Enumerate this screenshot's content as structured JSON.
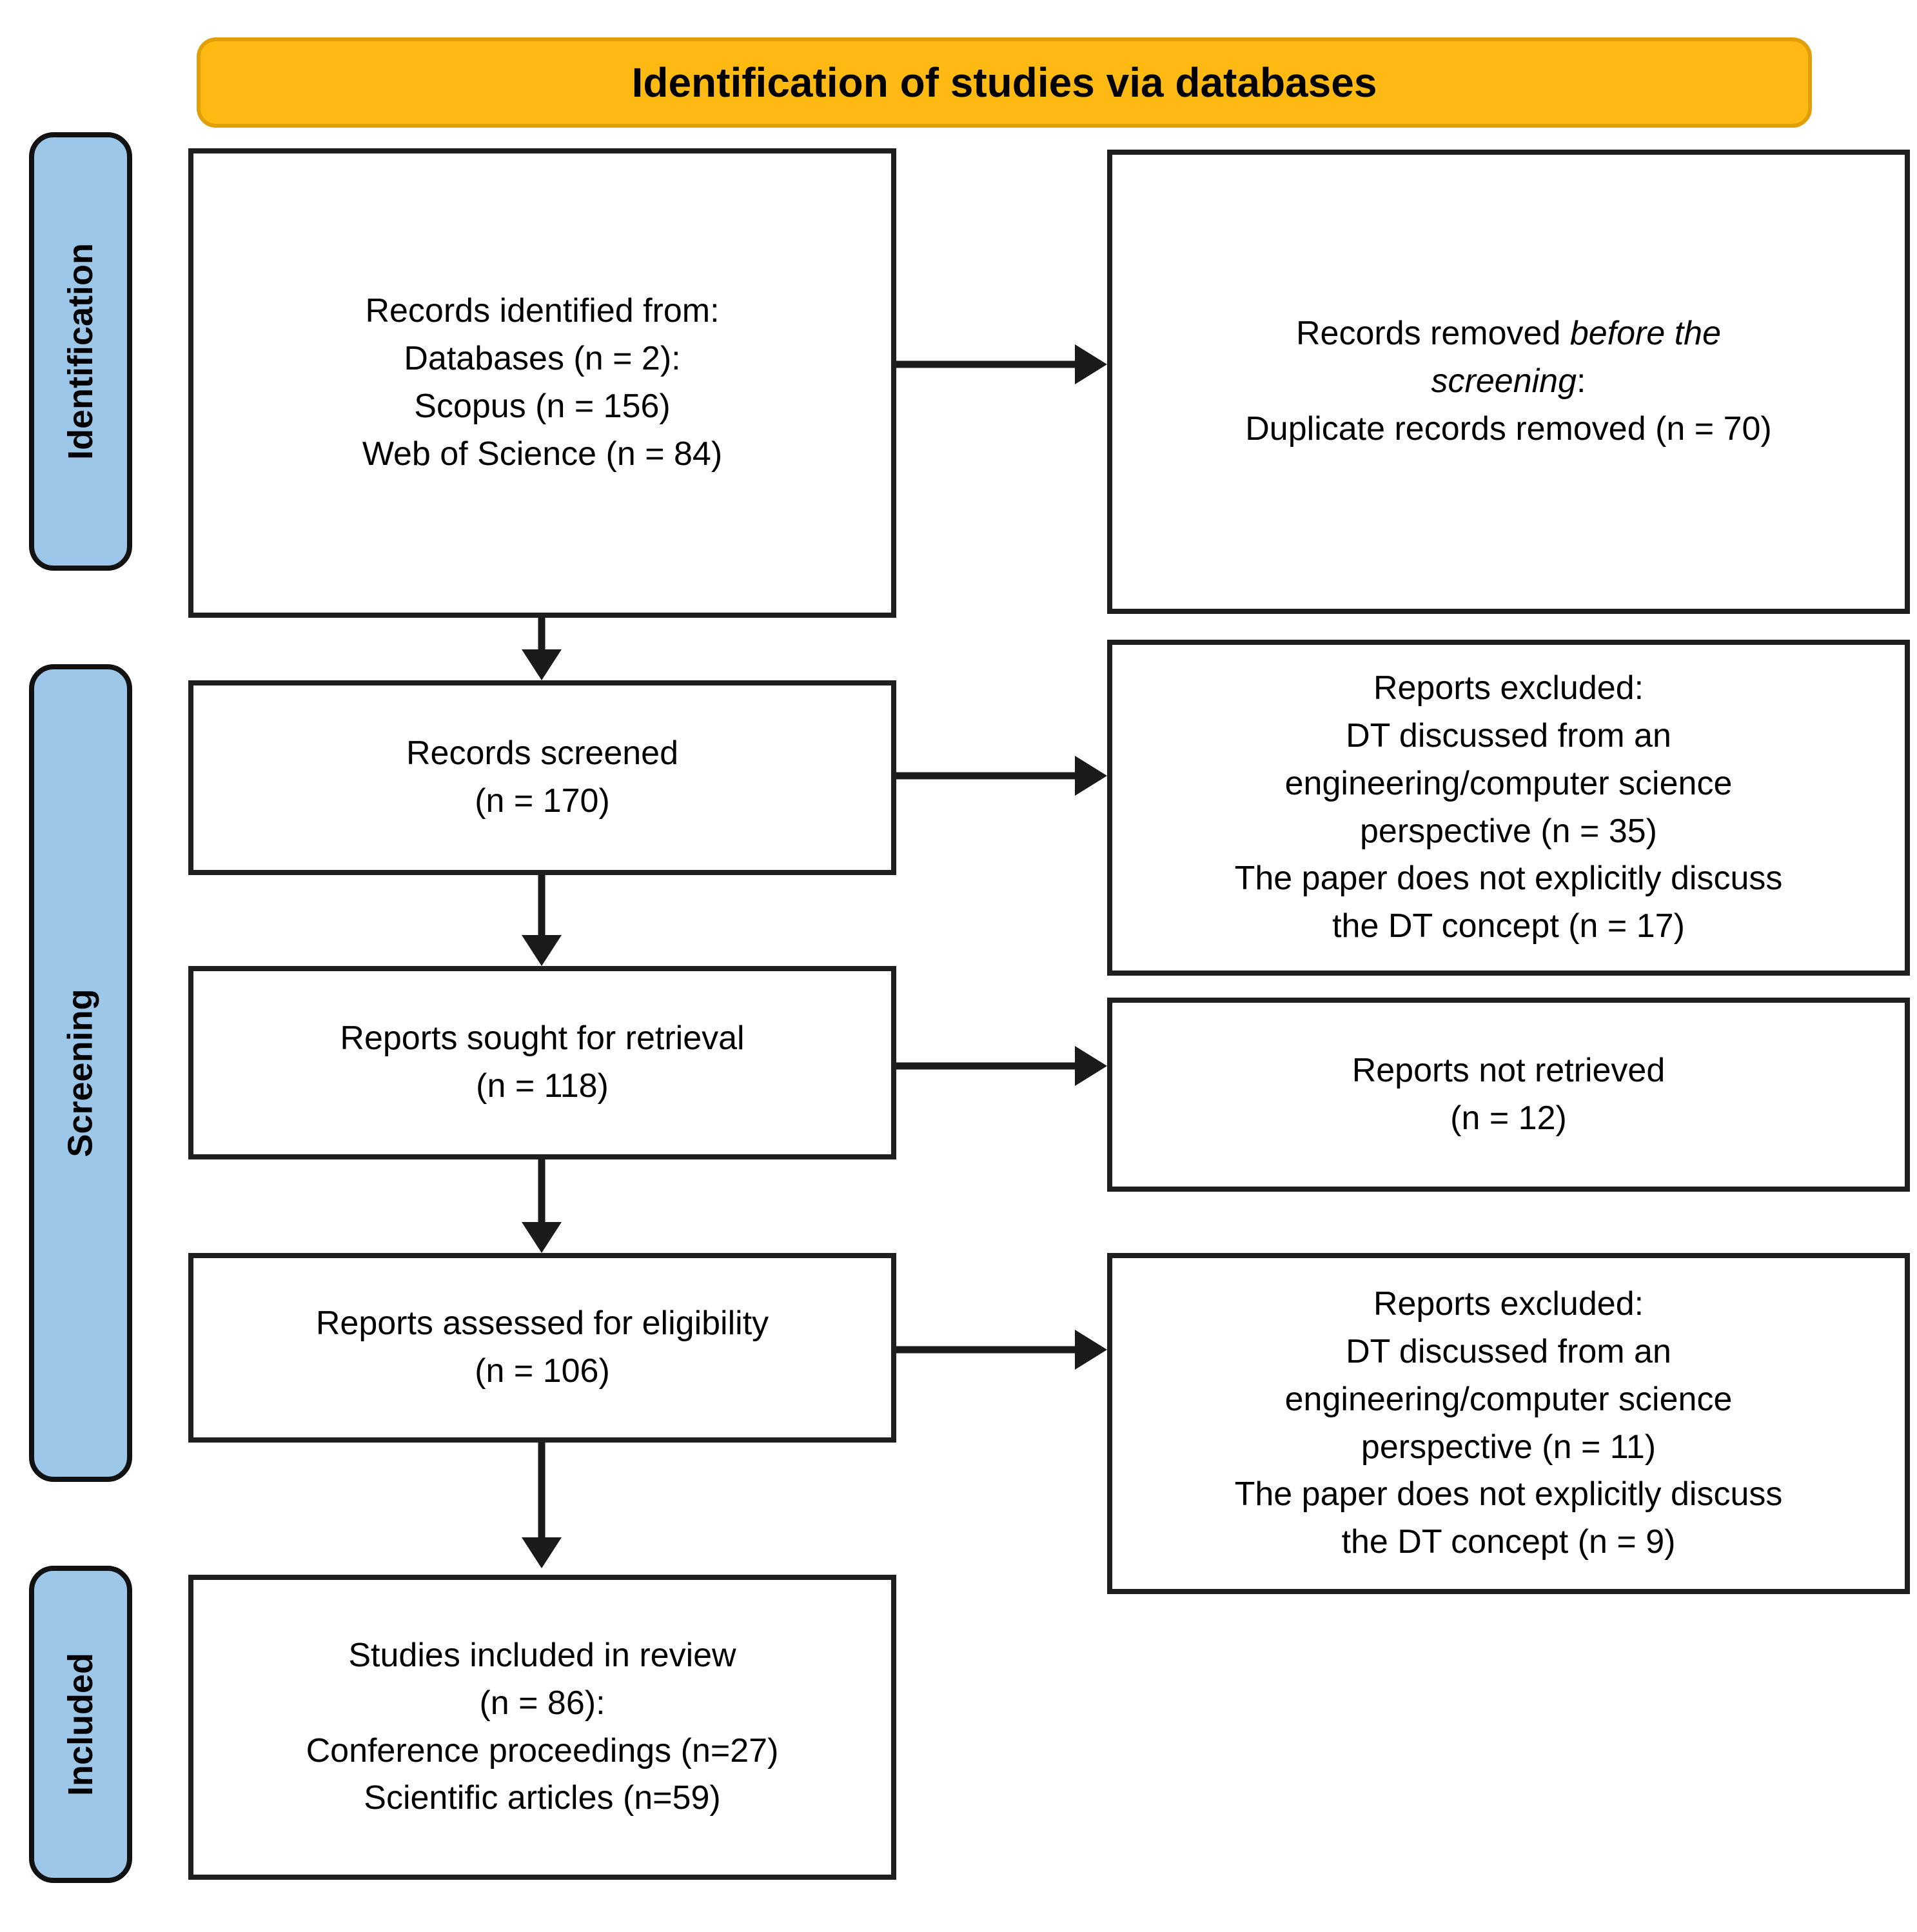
{
  "banner": {
    "label": "Identification of studies via databases"
  },
  "colors": {
    "banner_bg": "#FEB912",
    "banner_border": "#E2A008",
    "stage_bg": "#9CC7E9",
    "line_color": "#1A1A1A",
    "box_border": "#1F1F1F"
  },
  "stages": {
    "identification": "Identification",
    "screening": "Screening",
    "included": "Included"
  },
  "flow": {
    "records_identified": {
      "lines": [
        "Records identified from:",
        "Databases (n = 2):",
        "Scopus (n = 156)",
        "Web of Science (n = 84)"
      ]
    },
    "records_removed": {
      "prefix": "Records removed ",
      "italic": "before the screening",
      "suffix": ":",
      "line2": "Duplicate records removed (n = 70)"
    },
    "records_screened": {
      "lines": [
        "Records screened",
        "(n = 170)"
      ]
    },
    "reports_excluded_screening": {
      "lines": [
        "Reports excluded:",
        "DT discussed from an",
        "engineering/computer science",
        "perspective (n = 35)",
        "The paper does not explicitly discuss",
        "the DT concept (n = 17)"
      ]
    },
    "reports_sought": {
      "lines": [
        "Reports sought for retrieval",
        "(n = 118)"
      ]
    },
    "reports_not_retrieved": {
      "lines": [
        "Reports not retrieved",
        "(n = 12)"
      ]
    },
    "reports_assessed": {
      "lines": [
        "Reports assessed for eligibility",
        "(n = 106)"
      ]
    },
    "reports_excluded_eligibility": {
      "lines": [
        "Reports excluded:",
        "DT discussed from an",
        "engineering/computer science",
        "perspective (n = 11)",
        "The paper does not explicitly discuss",
        "the DT concept (n = 9)"
      ]
    },
    "studies_included": {
      "lines": [
        "Studies included in review",
        "(n = 86):",
        "Conference proceedings (n=27)",
        "Scientific articles (n=59)"
      ]
    }
  }
}
